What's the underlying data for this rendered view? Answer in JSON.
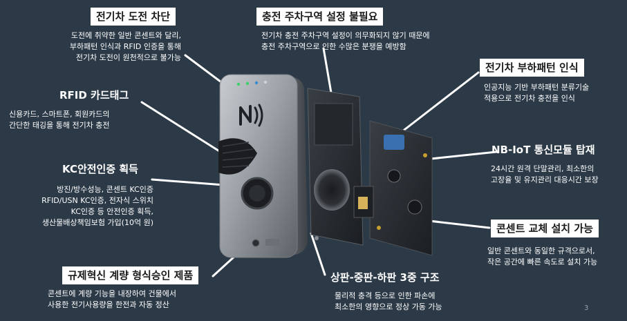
{
  "features": {
    "theft_block": {
      "title": "전기차 도전 차단",
      "lines": [
        "도전에 취약한 일반 콘센트와 달리,",
        "부하패턴 인식과 RFID 인증을 통해",
        "전기차 도전이 원천적으로 불가능"
      ]
    },
    "parking_zone": {
      "title": "충전 주차구역 설정 불필요",
      "lines": [
        "전기차 충전 주차구역 설정이 의무화되지 않기 때문에",
        "충전 주차구역으로 인한 수많은 분쟁을 예방함"
      ]
    },
    "load_pattern": {
      "title": "전기차 부하패턴 인식",
      "lines": [
        "인공지능 기반 부하패턴 분류기술",
        "적용으로 전기차 충전을 인식"
      ]
    },
    "rfid": {
      "title": "RFID 카드태그",
      "lines": [
        "신용카드, 스마트폰, 회원카드의",
        "간단한 태깅을 통해 전기차 충전"
      ]
    },
    "nbiot": {
      "title": "NB-IoT 통신모듈 탑재",
      "lines": [
        "24시간 원격 단말관리, 최소한의",
        "고장율 및 유지관리 대응시간 보장"
      ]
    },
    "kc_cert": {
      "title": "KC안전인증 획득",
      "lines": [
        "방진/방수성능, 콘센트 KC인증",
        "RFID/USN KC인증, 전자식 스위치",
        "KC인증 등 안전인증 획득,",
        "생산물배상책임보험 가입(10억 원)"
      ]
    },
    "replace": {
      "title": "콘센트 교체 설치 가능",
      "lines": [
        "일반 콘센트와 동일한 규격으로서,",
        "작은 공간에 빠른 속도로 설치 가능"
      ]
    },
    "regulation": {
      "title": "규제혁신 계량 형식승인 제품",
      "lines": [
        "콘센트에 계량 기능을 내장하여 건물에서",
        "사용한 전기사용량을 한전과 자동 정산"
      ]
    },
    "structure": {
      "title": "상판-중판-하판 3중 구조",
      "lines": [
        "물리적 충격 등으로 인한 파손에",
        "최소한의 영향으로 정상 가동 가능"
      ]
    }
  },
  "page_number": "3",
  "colors": {
    "background": "#2c3947",
    "device": "#9aa0a6",
    "board": "#1f2328",
    "callout_box": "#ffffff"
  },
  "icons": {
    "nfc": "nfc-icon"
  }
}
